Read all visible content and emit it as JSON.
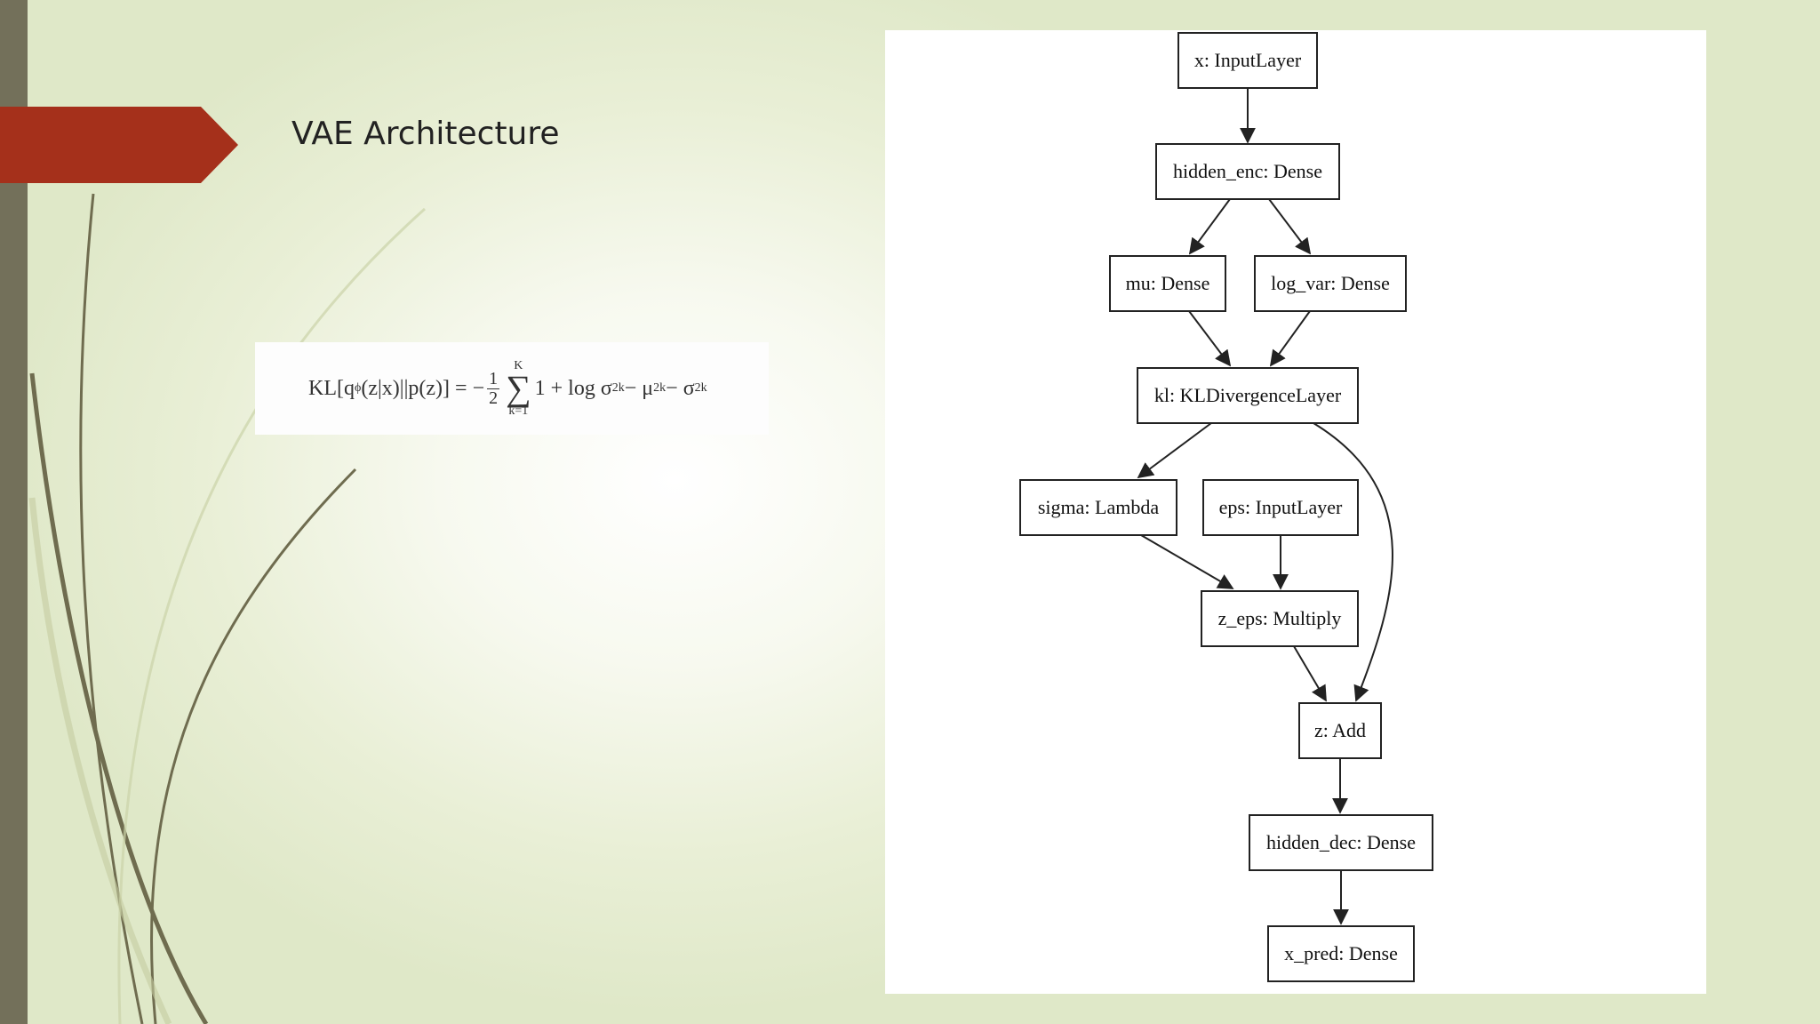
{
  "slide": {
    "title": "VAE Architecture",
    "accent_color": "#a5301b",
    "side_bar_color": "#73705a"
  },
  "formula": {
    "lhs": "KL[q",
    "lhs_sub": "ϕ",
    "lhs_rest": "(z|x)||p(z)] = −",
    "frac_num": "1",
    "frac_den": "2",
    "sum_upper": "K",
    "sum_symbol": "∑",
    "sum_lower": "k=1",
    "rhs_a": "1 + log σ",
    "rhs_b": " − μ",
    "rhs_c": " − σ",
    "sup": "2",
    "sub": "k"
  },
  "diagram": {
    "nodes": [
      {
        "id": "x",
        "label": "x: InputLayer"
      },
      {
        "id": "hidden_enc",
        "label": "hidden_enc: Dense"
      },
      {
        "id": "mu",
        "label": "mu: Dense"
      },
      {
        "id": "log_var",
        "label": "log_var: Dense"
      },
      {
        "id": "kl",
        "label": "kl: KLDivergenceLayer"
      },
      {
        "id": "sigma",
        "label": "sigma: Lambda"
      },
      {
        "id": "eps",
        "label": "eps: InputLayer"
      },
      {
        "id": "z_eps",
        "label": "z_eps: Multiply"
      },
      {
        "id": "z",
        "label": "z: Add"
      },
      {
        "id": "hidden_dec",
        "label": "hidden_dec: Dense"
      },
      {
        "id": "x_pred",
        "label": "x_pred: Dense"
      }
    ],
    "edges": [
      [
        "x",
        "hidden_enc"
      ],
      [
        "hidden_enc",
        "mu"
      ],
      [
        "hidden_enc",
        "log_var"
      ],
      [
        "mu",
        "kl"
      ],
      [
        "log_var",
        "kl"
      ],
      [
        "kl",
        "sigma"
      ],
      [
        "kl",
        "z"
      ],
      [
        "sigma",
        "z_eps"
      ],
      [
        "eps",
        "z_eps"
      ],
      [
        "z_eps",
        "z"
      ],
      [
        "z",
        "hidden_dec"
      ],
      [
        "hidden_dec",
        "x_pred"
      ]
    ]
  }
}
